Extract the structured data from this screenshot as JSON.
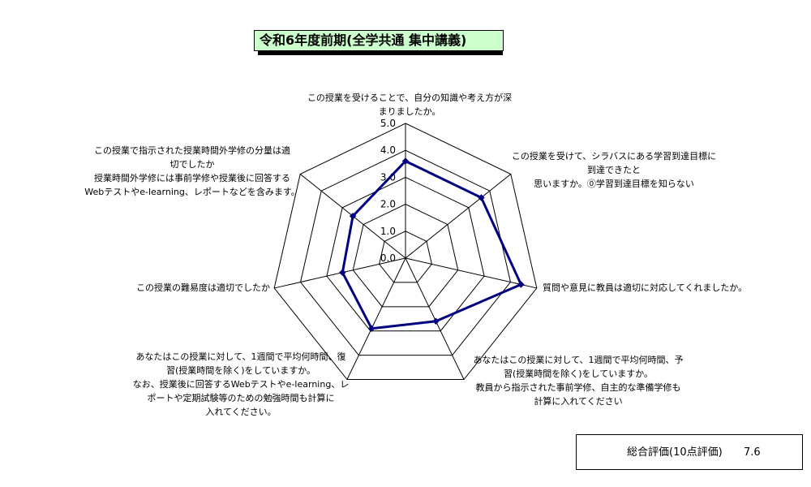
{
  "title": "令和6年度前期(全学共通 集中講義)",
  "chart_data": {
    "type": "radar",
    "rlim": [
      0,
      5
    ],
    "ticks": [
      "0.0",
      "1.0",
      "2.0",
      "3.0",
      "4.0",
      "5.0"
    ],
    "axes": [
      [
        "この授業を受けることで、自分の知識や考え方が深",
        "まりましたか。"
      ],
      [
        "この授業を受けて、シラバスにある学習到達目標に",
        "到達できたと",
        "思いますか。⓪学習到達目標を知らない"
      ],
      [
        "質問や意見に教員は適切に対応してくれましたか。"
      ],
      [
        "あなたはこの授業に対して、1週間で平均何時間、予",
        "習(授業時間を除く)をしていますか。",
        "教員から指示された事前学修、自主的な準備学修も",
        "計算に入れてください"
      ],
      [
        "あなたはこの授業に対して、1週間で平均何時間、復",
        "習(授業時間を除く)をしていますか。",
        "なお、授業後に回答するWebテストやe-learning、レ",
        "ポートや定期試験等のための勉強時間も計算に",
        "入れてください。"
      ],
      [
        "この授業の難易度は適切でしたか"
      ],
      [
        "この授業で指示された授業時間外学修の分量は適",
        "切でしたか",
        "授業時間外学修には事前学修や授業後に回答する",
        "Webテストやe-learning、レポートなどを含みます。"
      ]
    ],
    "series": [
      {
        "values": [
          3.6,
          3.6,
          4.4,
          2.6,
          2.9,
          2.4,
          2.5
        ],
        "color": "#000080"
      }
    ]
  },
  "overall": {
    "label": "総合評価(10点評価)",
    "value": "7.6"
  }
}
